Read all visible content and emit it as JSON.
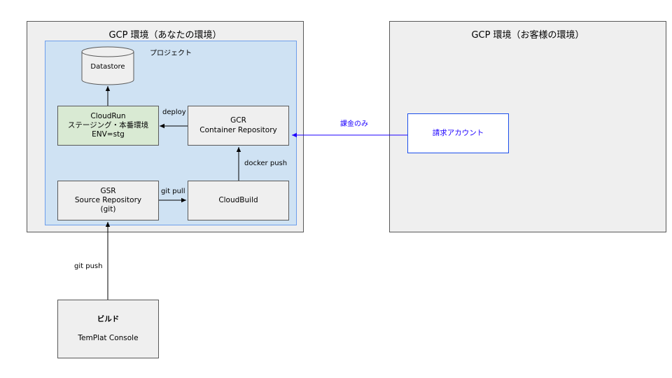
{
  "env_yours": {
    "title": "GCP 環境（あなたの環境）"
  },
  "env_customer": {
    "title": "GCP 環境（お客様の環境）"
  },
  "project": {
    "title": "プロジェクト"
  },
  "nodes": {
    "datastore": "Datastore",
    "cloudrun": [
      "CloudRun",
      "ステージング・本番環境",
      "ENV=stg"
    ],
    "gcr": [
      "GCR",
      "Container Repository"
    ],
    "gsr": [
      "GSR",
      "Source Repository",
      "(git)"
    ],
    "cloudbuild": "CloudBuild",
    "billing": "請求アカウント",
    "console_title": "ビルド",
    "console_name": "TemPlat Console"
  },
  "edges": {
    "deploy": "deploy",
    "git_pull": "git pull",
    "docker_push": "docker push",
    "git_push": "git push",
    "billing_only": "課金のみ"
  },
  "colors": {
    "env_fill": "#efefef",
    "project_fill": "#cfe2f3",
    "cloudrun_fill": "#d9ead3",
    "billing_accent": "#1c00ff"
  }
}
